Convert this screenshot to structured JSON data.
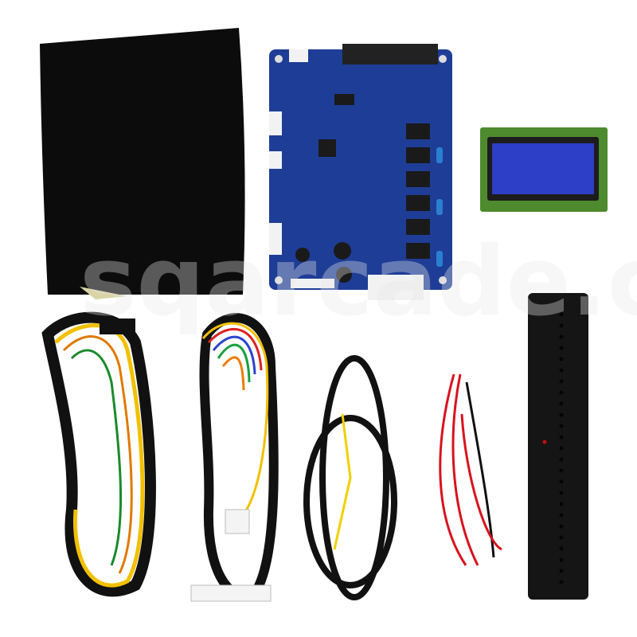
{
  "image": {
    "description_items": [
      "foam-pad",
      "control-board",
      "lcd-display",
      "wire-harness-large",
      "wire-harness-multicolor",
      "power-cable",
      "red-wire-harness",
      "black-enclosure"
    ],
    "watermark": "sqarcade.com",
    "colors": {
      "board": "#1f3f9a",
      "lcd": "#2b3ec8",
      "lcd_bezel": "#4f8a2f",
      "foam": "#0b0b0b",
      "enclosure": "#151515"
    }
  }
}
